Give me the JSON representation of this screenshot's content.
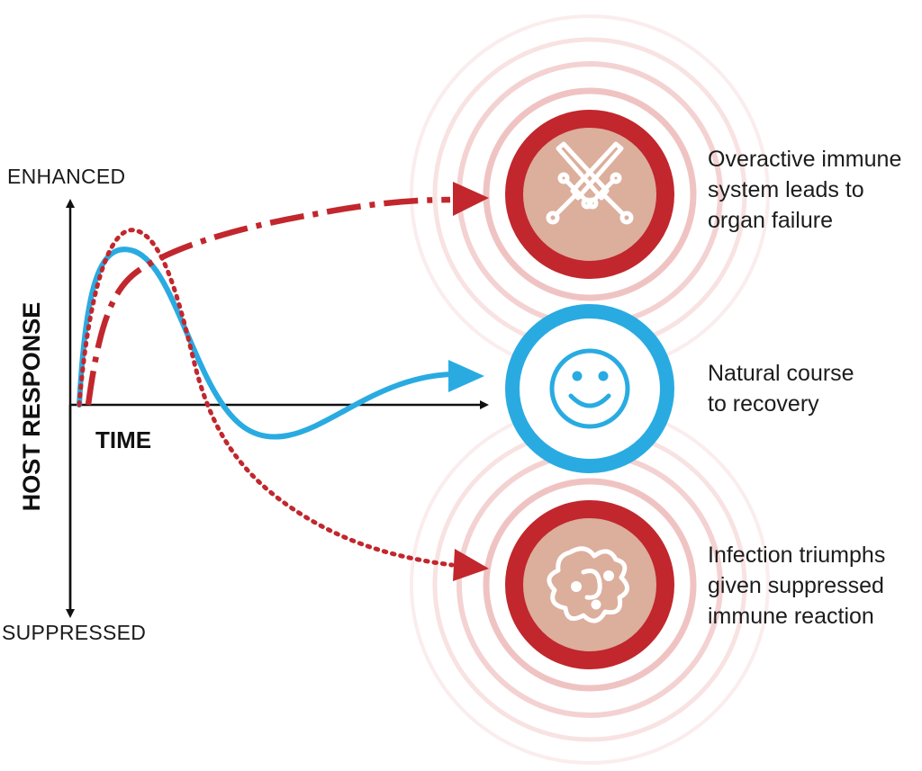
{
  "axes": {
    "y_top_label": "ENHANCED",
    "y_bottom_label": "SUPPRESSED",
    "y_title": "HOST RESPONSE",
    "x_title": "TIME"
  },
  "outcomes": [
    {
      "id": "overactive",
      "icon": "crossed-swords-icon",
      "lines": [
        "Overactive immune",
        "system leads to",
        "organ failure"
      ],
      "curve_style": "dash-dot",
      "color": "#c1272d"
    },
    {
      "id": "recovery",
      "icon": "smiley-face-icon",
      "lines": [
        "Natural course",
        "to recovery"
      ],
      "curve_style": "solid",
      "color": "#29abe2"
    },
    {
      "id": "infection",
      "icon": "germ-icon",
      "lines": [
        "Infection triumphs",
        "given suppressed",
        "immune reaction"
      ],
      "curve_style": "dotted",
      "color": "#c1272d"
    }
  ],
  "colors": {
    "red": "#c1272d",
    "blue": "#29abe2",
    "circle_fill": "#dcae9c",
    "ring": "#f3d3d3",
    "axis": "#111111"
  }
}
